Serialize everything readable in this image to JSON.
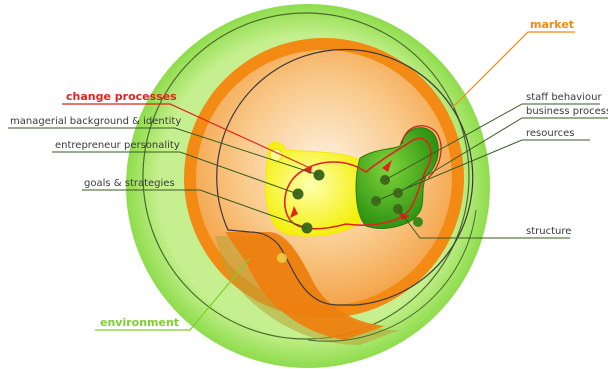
{
  "labels": {
    "market": "market",
    "environment": "environment",
    "change_processes": "change processes",
    "managerial_background": "managerial background & identity",
    "entrepreneur_personality": "entrepreneur personality",
    "goals_strategies": "goals & strategies",
    "staff_behaviour": "staff behaviour",
    "business_processes": "business processes",
    "resources": "resources",
    "structure": "structure"
  },
  "colors": {
    "environment_ring": "#9be55c",
    "environment_dark": "#5fae2a",
    "market_ring": "#f28a14",
    "market_inner": "#f6b867",
    "company_core": "#fbd59a",
    "entrepreneur_cell": "#ffff1a",
    "operations_cell": "#3aa51a",
    "node_dark": "#3f6b1c",
    "change_arrow": "#e0231f",
    "label_underline_red": "#e0231f",
    "label_underline_orange": "#f28a14",
    "label_underline_green": "#7fcf2a",
    "connector_line": "#3a5a22"
  }
}
